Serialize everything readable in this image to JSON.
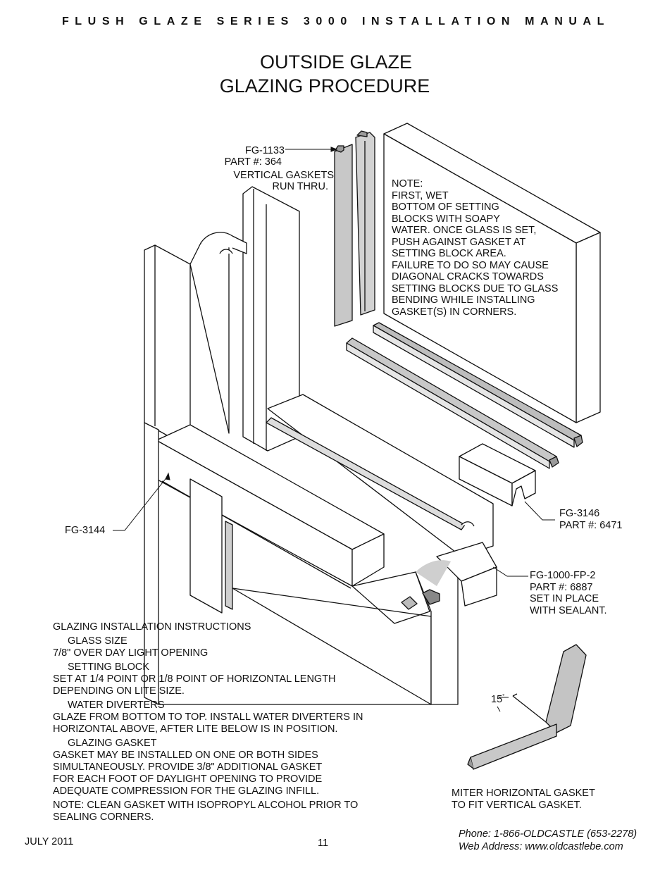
{
  "header": "FLUSH GLAZE SERIES 3000 INSTALLATION MANUAL",
  "title_line1": "OUTSIDE GLAZE",
  "title_line2": "GLAZING PROCEDURE",
  "callouts": {
    "fg1133": {
      "line1": "FG-1133",
      "line2": "PART #: 364",
      "line3": "VERTICAL GASKETS",
      "line4": "RUN THRU."
    },
    "note": [
      "NOTE:",
      "FIRST, WET",
      "BOTTOM OF SETTING",
      "BLOCKS WITH SOAPY",
      "WATER.  ONCE GLASS IS SET,",
      "PUSH AGAINST GASKET AT",
      "SETTING BLOCK AREA.",
      "FAILURE TO DO SO MAY CAUSE",
      "DIAGONAL CRACKS TOWARDS",
      "SETTING BLOCKS DUE TO GLASS",
      "BENDING WHILE INSTALLING",
      "GASKET(S) IN CORNERS."
    ],
    "fg3146": {
      "line1": "FG-3146",
      "line2": "PART #: 6471"
    },
    "fg3144": "FG-3144",
    "fg1000": {
      "line1": "FG-1000-FP-2",
      "line2": "PART #: 6887",
      "line3": "SET IN PLACE",
      "line4": "WITH SEALANT."
    },
    "angle": "15",
    "miter": {
      "line1": "MITER HORIZONTAL GASKET",
      "line2": "TO FIT VERTICAL GASKET."
    }
  },
  "instructions": {
    "heading": "GLAZING INSTALLATION INSTRUCTIONS",
    "glass_size_title": "GLASS SIZE",
    "glass_size_1": "7/8\" OVER DAY LIGHT OPENING",
    "setting_block_title": "SETTING BLOCK",
    "setting_block_1": "SET AT 1/4 POINT OR 1/8 POINT OF HORIZONTAL LENGTH",
    "setting_block_2": "DEPENDING ON LITE SIZE.",
    "water_title": "WATER DIVERTERS",
    "water_1": "GLAZE FROM BOTTOM TO TOP.  INSTALL WATER DIVERTERS IN",
    "water_2": "HORIZONTAL ABOVE, AFTER LITE BELOW IS IN POSITION.",
    "gasket_title": "GLAZING GASKET",
    "gasket_1": "GASKET MAY BE INSTALLED ON ONE OR BOTH SIDES",
    "gasket_2": "SIMULTANEOUSLY.  PROVIDE 3/8\" ADDITIONAL GASKET",
    "gasket_3": "FOR EACH FOOT OF DAYLIGHT OPENING TO PROVIDE",
    "gasket_4": "ADEQUATE COMPRESSION FOR THE GLAZING INFILL.",
    "note_1": "NOTE:  CLEAN GASKET WITH ISOPROPYL ALCOHOL PRIOR TO",
    "note_2": "SEALING CORNERS."
  },
  "footer": {
    "date": "JULY 2011",
    "page": "11",
    "phone": "Phone: 1-866-OLDCASTLE (653-2278)",
    "web": "Web Address: www.oldcastlebe.com"
  }
}
